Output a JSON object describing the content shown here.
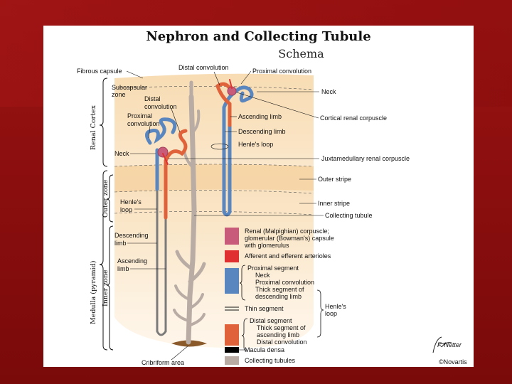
{
  "title": "Nephron and Collecting Tubule",
  "subtitle": "Schema",
  "zones": {
    "renal_cortex": "Renal Cortex",
    "medulla": "Medulla (pyramid)",
    "outer_zone": "Outer zone",
    "inner_zone": "Inner zone"
  },
  "left_labels": {
    "fibrous_capsule": "Fibrous capsule",
    "subcapsular_zone_1": "Subcapsular",
    "subcapsular_zone_2": "zone",
    "distal_convolution_1": "Distal",
    "distal_convolution_2": "convolution",
    "proximal_convolution_1": "Proximal",
    "proximal_convolution_2": "convolution",
    "neck": "Neck",
    "henles_loop_1": "Henle's",
    "henles_loop_2": "loop",
    "descending_limb_1": "Descending",
    "descending_limb_2": "limb",
    "ascending_limb_1": "Ascending",
    "ascending_limb_2": "limb",
    "cribriform_area": "Cribriform area"
  },
  "right_labels": {
    "distal_convolution_top": "Distal convolution",
    "proximal_convolution_top": "Proximal convolution",
    "neck": "Neck",
    "cortical_renal_corpuscle": "Cortical renal corpuscle",
    "ascending_limb": "Ascending limb",
    "descending_limb": "Descending limb",
    "henles_loop": "Henle's loop",
    "juxtamedullary_renal_corpuscle": "Juxtamedullary renal corpuscle",
    "outer_stripe": "Outer stripe",
    "inner_stripe": "Inner stripe",
    "collecting_tubule": "Collecting tubule"
  },
  "legend": {
    "renal_corpuscle_1": "Renal (Malpighian) corpuscle;",
    "renal_corpuscle_2": "glomerular (Bowman's) capsule",
    "renal_corpuscle_3": "with glomerulus",
    "arterioles": "Afferent and efferent arterioles",
    "proximal_segment": "Proximal segment",
    "prox_neck": "Neck",
    "prox_convolution": "Proximal convolution",
    "thick_desc_1": "Thick segment of",
    "thick_desc_2": "descending limb",
    "thin_segment": "Thin segment",
    "henles_loop_1": "Henle's",
    "henles_loop_2": "loop",
    "distal_segment": "Distal segment",
    "thick_asc_1": "Thick segment of",
    "thick_asc_2": "ascending limb",
    "distal_convolution": "Distal convolution",
    "macula_densa": "Macula densa",
    "collecting_tubules": "Collecting tubules"
  },
  "signature": "F. Netter",
  "copyright": "©Novartis",
  "colors": {
    "corpuscle": "#c85a7a",
    "arteriole": "#e03030",
    "proximal": "#5a86c0",
    "distal": "#e0623a",
    "macula": "#000000",
    "collecting": "#b8aca4",
    "tissue_light": "#fbe6c6",
    "tissue_mid": "#f5d2a0"
  }
}
